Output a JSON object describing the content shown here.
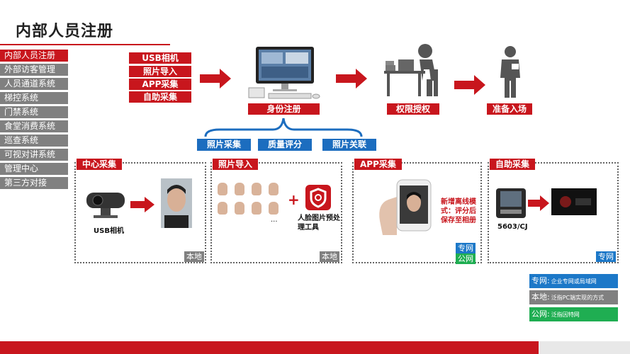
{
  "title": "内部人员注册",
  "nav": [
    {
      "label": "内部人员注册",
      "active": true
    },
    {
      "label": "外部访客管理",
      "active": false
    },
    {
      "label": "人员通道系统",
      "active": false
    },
    {
      "label": "梯控系统",
      "active": false
    },
    {
      "label": "门禁系统",
      "active": false
    },
    {
      "label": "食堂消费系统",
      "active": false
    },
    {
      "label": "巡查系统",
      "active": false
    },
    {
      "label": "可视对讲系统",
      "active": false
    },
    {
      "label": "管理中心",
      "active": false
    },
    {
      "label": "第三方对接",
      "active": false
    }
  ],
  "sources": [
    "USB相机",
    "照片导入",
    "APP采集",
    "自助采集"
  ],
  "flow": {
    "register": "身份注册",
    "auth": "权限授权",
    "enter": "准备入场"
  },
  "sub_steps": [
    "照片采集",
    "质量评分",
    "照片关联"
  ],
  "panels": {
    "center": {
      "label": "中心采集",
      "device": "USB相机",
      "tag": "本地"
    },
    "import": {
      "label": "照片导入",
      "tool": "人脸图片预处理工具",
      "tag": "本地",
      "plus": "+",
      "ellipsis": "..."
    },
    "app": {
      "label": "APP采集",
      "note": "新增离线模式：评分后保存至相册",
      "tag1": "专网",
      "tag2": "公网"
    },
    "self": {
      "label": "自助采集",
      "device": "5603/CJ",
      "tag": "专网"
    }
  },
  "legend": [
    {
      "key": "专网:",
      "desc": "企业专网或局域网",
      "color": "#1c78c8"
    },
    {
      "key": "本地:",
      "desc": "泛指PC端实现的方式",
      "color": "#808080"
    },
    {
      "key": "公网:",
      "desc": "泛指因特网",
      "color": "#1fae52"
    }
  ],
  "colors": {
    "accent": "#c8161d",
    "blue": "#1c6dbf",
    "gray": "#808080",
    "green": "#1fae52"
  }
}
